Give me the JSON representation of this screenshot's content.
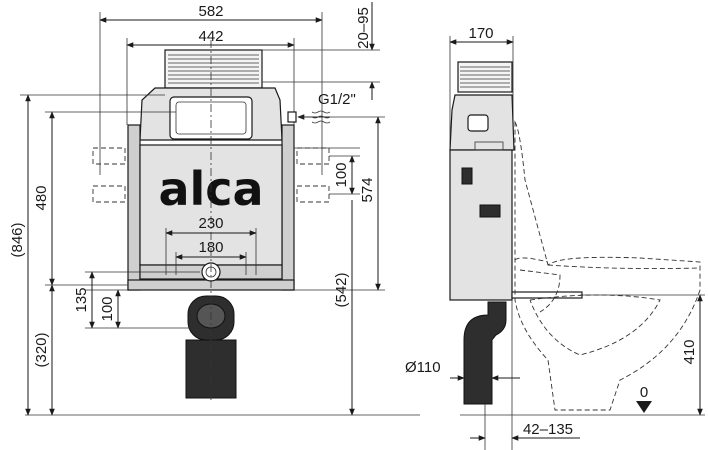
{
  "front_view": {
    "dim_frame_width": "582",
    "dim_cistern_width": "442",
    "dim_depth_adjust": "20–95",
    "dim_total_height": "(846)",
    "dim_bracket_height": "480",
    "dim_floor_to_rail": "(320)",
    "dim_drain_height": "135",
    "dim_drain_height_alt": "100",
    "dim_bracket_spacing": "100",
    "dim_inlet_height": "574",
    "dim_rail_height": "(542)",
    "dim_pipe_spacing_outer": "230",
    "dim_pipe_spacing_inner": "180",
    "inlet_thread": "G1/2\"",
    "logo_text": "alca"
  },
  "side_view": {
    "dim_depth": "170",
    "dim_drain_diameter": "Ø110",
    "dim_pan_height": "410",
    "dim_wall_distance": "42–135",
    "floor_level": "0"
  }
}
